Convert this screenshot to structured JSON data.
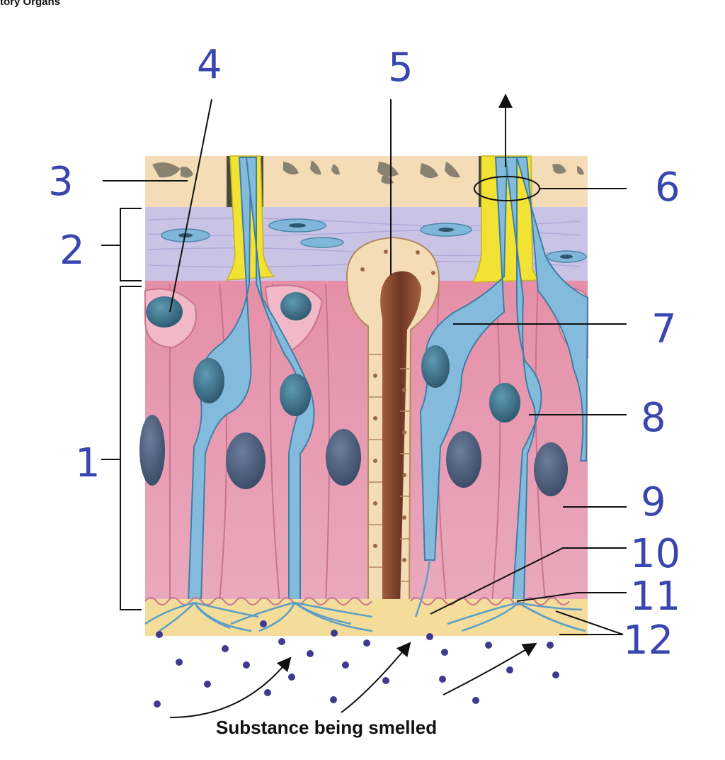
{
  "page": {
    "header_title": "tory Organs"
  },
  "labels": {
    "l1": "1",
    "l2": "2",
    "l3": "3",
    "l4": "4",
    "l5": "5",
    "l6": "6",
    "l7": "7",
    "l8": "8",
    "l9": "9",
    "l10": "10",
    "l11": "11",
    "l12": "12"
  },
  "caption": "Substance being smelled",
  "colors": {
    "ink": "#3a46b0",
    "epithelium_pink": "#e9a3b6",
    "basal_cell_blue": "#7fb6d9",
    "nucleus": "#3e6d86",
    "bone_tan": "#f3dcb6",
    "connective_lavender": "#c9c3e6",
    "gland_brown": "#8a4d33",
    "yellow_sheath": "#f2e233",
    "odor_dot": "#3f3a8f"
  }
}
